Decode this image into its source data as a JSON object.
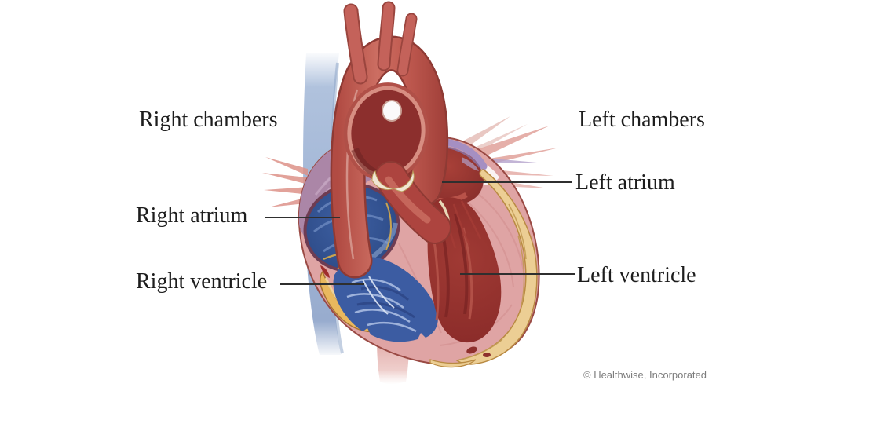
{
  "labels": {
    "right_chambers": "Right chambers",
    "left_chambers": "Left chambers",
    "right_atrium": "Right atrium",
    "left_atrium": "Left atrium",
    "right_ventricle": "Right ventricle",
    "left_ventricle": "Left ventricle"
  },
  "credit": "© Healthwise, Incorporated",
  "colors": {
    "myocardium_pink": "#dfa4a4",
    "atrium_wall_mauve": "#ab86a7",
    "deoxygenated_blue": "#3c5ca2",
    "oxygenated_red": "#b5504a",
    "fat_tan": "#ecce94",
    "vein_blue": "#a6bad9",
    "label_text": "#1d1d1d",
    "leader_line": "#2f2f2f",
    "credit_text": "#7d7d7d"
  }
}
